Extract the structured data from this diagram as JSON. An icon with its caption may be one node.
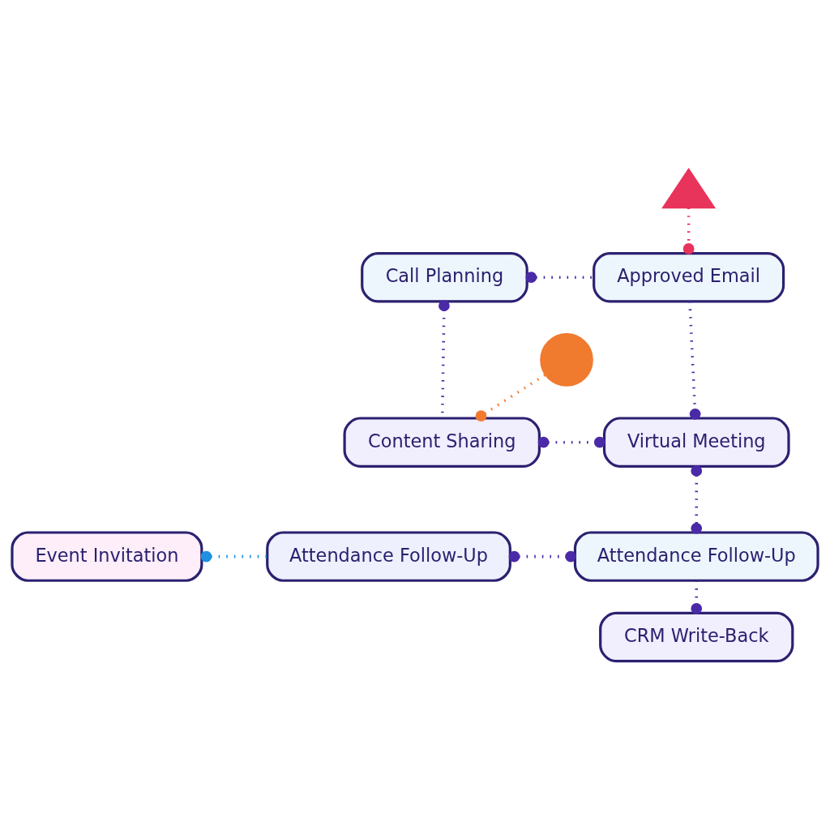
{
  "diagram": {
    "nodes": [
      {
        "text": [
          "Call Planning"
        ]
      },
      {
        "text": [
          "Approved Email"
        ]
      },
      {
        "text": [],
        "shape": "triangle"
      },
      {
        "text": [
          "Content Sharing"
        ]
      },
      {
        "text": [
          "Virtual Meeting"
        ]
      },
      {
        "text": [],
        "shape": "circle"
      },
      {
        "text": [
          "Event Invitation"
        ]
      },
      {
        "text": [
          "Attendance Follow-Up"
        ]
      },
      {
        "text": [
          "Attendance Follow-Up"
        ]
      },
      {
        "text": [
          "CRM Write-Back"
        ]
      }
    ],
    "edges": [
      {
        "from": 0,
        "to": 1,
        "arrow": "other"
      },
      {
        "from": 1,
        "to": 4,
        "arrow": "other"
      },
      {
        "from": 2,
        "to": 1,
        "arrow": "other",
        "color": "#e8335a"
      },
      {
        "from": 0,
        "to": 3,
        "arrow": "other"
      },
      {
        "from": 3,
        "to": 4,
        "arrow": "other"
      },
      {
        "from": 5,
        "to": 3,
        "arrow": "other",
        "color": "#f07a2e"
      },
      {
        "from": 6,
        "to": 7,
        "arrow": "other",
        "color": "#1e90e0"
      },
      {
        "from": 7,
        "to": 8,
        "arrow": "other"
      },
      {
        "from": 4,
        "to": 8,
        "arrow": "other"
      },
      {
        "from": 8,
        "to": 9,
        "arrow": "other"
      }
    ]
  }
}
